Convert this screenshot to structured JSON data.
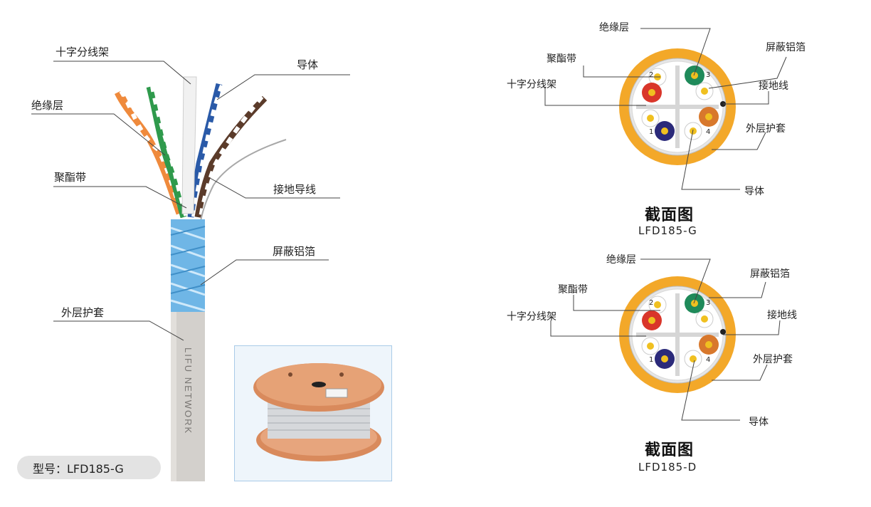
{
  "left_diagram": {
    "labels": {
      "cross_filler": "十字分线架",
      "conductor": "导体",
      "insulation": "绝缘层",
      "polyester_tape": "聚酯带",
      "drain_wire": "接地导线",
      "foil_shield": "屏蔽铝箔",
      "outer_jacket": "外层护套"
    },
    "jacket_print": "LIFU NETWORK",
    "model_text": "型号：LFD185-G"
  },
  "cross_section_g": {
    "labels": {
      "insulation": "绝缘层",
      "foil_shield": "屏蔽铝箔",
      "polyester_tape": "聚酯带",
      "cross_filler": "十字分线架",
      "drain_wire": "接地线",
      "outer_jacket": "外层护套",
      "conductor": "导体"
    },
    "pair_numbers": [
      "1",
      "2",
      "3",
      "4"
    ],
    "title": "截面图",
    "model": "LFD185-G",
    "jacket_color": "#f3a829"
  },
  "cross_section_d": {
    "labels": {
      "insulation": "绝缘层",
      "foil_shield": "屏蔽铝箔",
      "polyester_tape": "聚酯带",
      "cross_filler": "十字分线架",
      "drain_wire": "接地线",
      "outer_jacket": "外层护套",
      "conductor": "导体"
    },
    "pair_numbers": [
      "1",
      "2",
      "3",
      "4"
    ],
    "title": "截面图",
    "model": "LFD185-D",
    "jacket_color": "#f3a829"
  }
}
